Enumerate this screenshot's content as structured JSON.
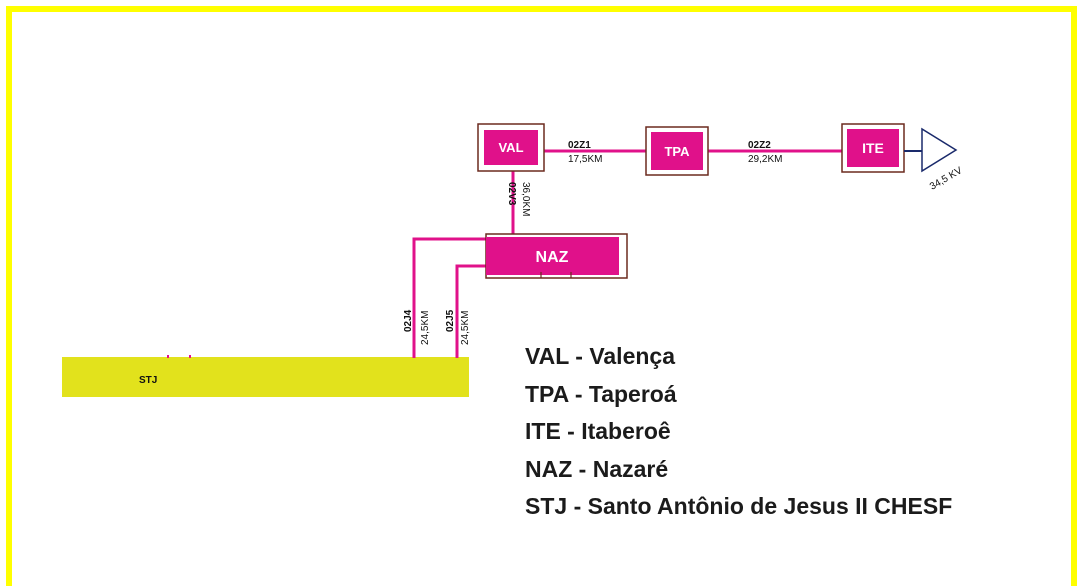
{
  "colors": {
    "frame": "#ffff00",
    "line": "#e0118a",
    "station_fill": "#e0118a",
    "station_border": "#6b2a1e",
    "bus_fill": "#e2e21c",
    "legend_text": "#1b1b1b"
  },
  "stations": {
    "val": {
      "code": "VAL"
    },
    "tpa": {
      "code": "TPA"
    },
    "ite": {
      "code": "ITE"
    },
    "naz": {
      "code": "NAZ"
    },
    "stj": {
      "code": "STJ"
    }
  },
  "lines": {
    "z1": {
      "code": "02Z1",
      "length": "17,5KM"
    },
    "z2": {
      "code": "02Z2",
      "length": "29,2KM"
    },
    "v3": {
      "code": "02V3",
      "length": "36,0KM"
    },
    "j4": {
      "code": "02J4",
      "length": "24,5KM"
    },
    "j5": {
      "code": "02J5",
      "length": "24,5KM"
    }
  },
  "source": {
    "voltage": "34,5 KV"
  },
  "legend": [
    "VAL - Valença",
    "TPA - Taperoá",
    "ITE - Itaberoê",
    "NAZ - Nazaré",
    "STJ - Santo Antônio de Jesus II CHESF"
  ]
}
